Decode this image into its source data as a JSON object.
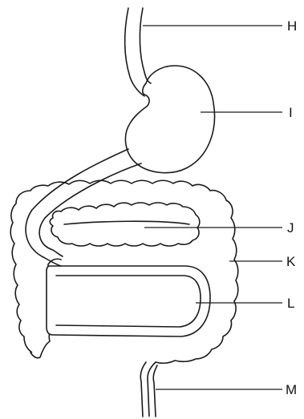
{
  "labels": {
    "h": "H",
    "i": "I",
    "j": "J",
    "k": "K",
    "l": "L",
    "m": "M"
  },
  "colors": {
    "line": "#1a1a1a",
    "background": "#ffffff"
  }
}
